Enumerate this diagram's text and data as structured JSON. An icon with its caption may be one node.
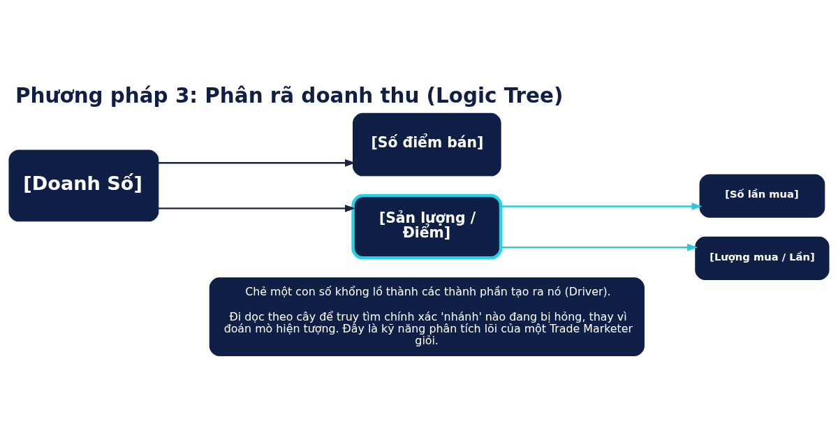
{
  "diagram": {
    "title": "Phương pháp 3: Phân rã doanh thu (Logic Tree)",
    "nodes": [
      {
        "text": [
          "[Doanh Số]"
        ]
      },
      {
        "text": [
          "[Số điểm bán]"
        ]
      },
      {
        "text": [
          "[Sản lượng / Điểm]"
        ]
      },
      {
        "text": [
          "[Số lần mua]"
        ]
      },
      {
        "text": [
          "[Lượng mua / Lần]"
        ]
      },
      {
        "text": [
          "Chẻ một con số khổng lồ thành các thành phần tạo ra nó (Driver).",
          "Đi dọc theo cây để truy tìm chính xác 'nhánh' nào đang bị hỏng, thay vì đoán mò hiện tượng. Đây là kỹ năng phân tích lõi của một Trade Marketer giỏi."
        ]
      }
    ],
    "edges": [
      {
        "from": 0,
        "to": 1,
        "arrow": "to"
      },
      {
        "from": 0,
        "to": 2,
        "arrow": "to"
      },
      {
        "from": 2,
        "to": 3,
        "arrow": "to",
        "color": "#2ec8dc"
      },
      {
        "from": 2,
        "to": 4,
        "arrow": "to",
        "color": "#2ec8dc"
      }
    ]
  }
}
